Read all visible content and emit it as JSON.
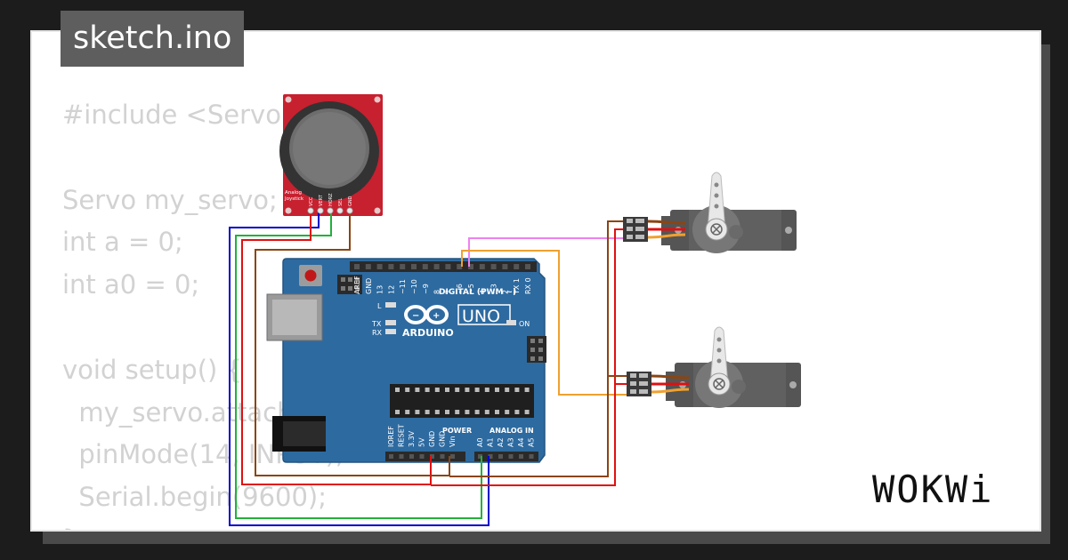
{
  "header": {
    "file_name": "sketch.ino"
  },
  "code_lines": [
    "#include <Servo.h>",
    "",
    "Servo my_servo;",
    "int a = 0;",
    "int a0 = 0;",
    "",
    "void setup() {",
    "  my_servo.attach(6);",
    "  pinMode(14, INPUT);",
    "  Serial.begin(9600);",
    "}"
  ],
  "board": {
    "brand": "ARDUINO",
    "model": "UNO",
    "digital_label": "DIGITAL (PWM ~)",
    "power_label": "POWER",
    "analog_label": "ANALOG IN",
    "on_label": "ON",
    "l_label": "L",
    "tx_label": "TX",
    "rx_label": "RX",
    "digital_pins": [
      "AREF",
      "GND",
      "13",
      "12",
      "~11",
      "~10",
      "~9",
      "8",
      "7",
      "~6",
      "~5",
      "4",
      "~3",
      "2",
      "TX 1",
      "RX 0"
    ],
    "power_pins": [
      "IOREF",
      "RESET",
      "3.3V",
      "5V",
      "GND",
      "GND",
      "Vin"
    ],
    "analog_pins": [
      "A0",
      "A1",
      "A2",
      "A3",
      "A4",
      "A5"
    ]
  },
  "joystick": {
    "label_line1": "Analog",
    "label_line2": "Joystick",
    "pins": [
      "VCC",
      "VERT",
      "HORZ",
      "SEL",
      "GND"
    ]
  },
  "branding": {
    "logo_text": "WOKWi"
  },
  "colors": {
    "board": "#2d6aa0",
    "joystick_board": "#c7202f",
    "wire_blue": "#0000cc",
    "wire_green": "#22b03c",
    "wire_red": "#e01010",
    "wire_brown": "#8b4513",
    "wire_orange": "#f0a030",
    "wire_pink": "#ee82ee"
  }
}
